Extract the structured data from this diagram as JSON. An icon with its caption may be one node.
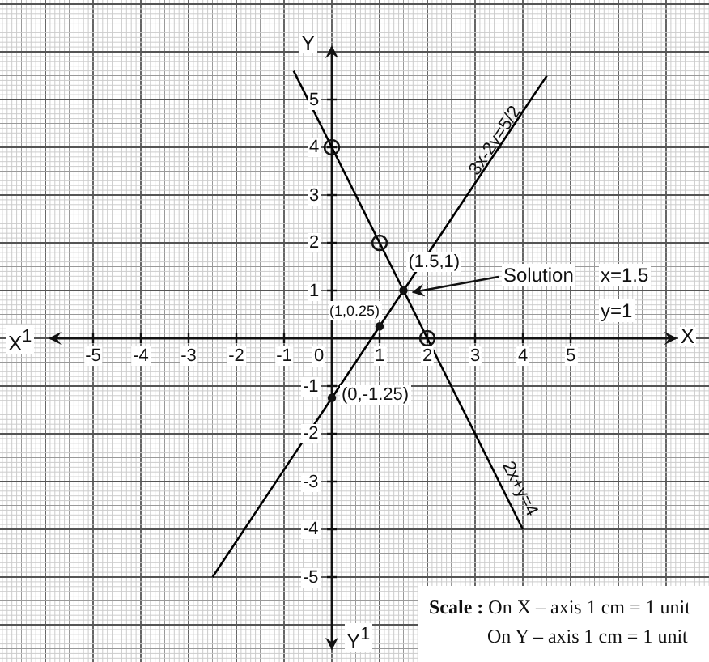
{
  "diagram": {
    "chart_data": {
      "type": "line",
      "xlabel": "X",
      "ylabel": "Y",
      "x": [
        -2.5,
        -0.8,
        0,
        1,
        1.5,
        2,
        4,
        4.5
      ],
      "series": [
        {
          "name": "3x-2y=5/2",
          "color": "#000000",
          "values": [
            -5,
            -2.45,
            -1.25,
            0.25,
            1,
            1.75,
            4.75,
            5.5
          ]
        },
        {
          "name": "2x+y=4",
          "color": "#000000",
          "values": [
            null,
            5.6,
            4,
            2,
            1,
            0,
            -4,
            null
          ]
        }
      ],
      "xlim": [
        -5.9,
        7.2
      ],
      "ylim": [
        -6.5,
        6.1
      ],
      "grid": true,
      "xticks": [
        -5,
        -4,
        -3,
        -2,
        -1,
        1,
        2,
        3,
        4,
        5
      ],
      "yticks": [
        -5,
        -4,
        -3,
        -2,
        -1,
        1,
        2,
        3,
        4,
        5
      ],
      "annotations": [
        {
          "text": "(1.5,1)",
          "x": 1.5,
          "y": 1
        },
        {
          "text": "(1,0.25)",
          "x": 1,
          "y": 0.25
        },
        {
          "text": "(0,-1.25)",
          "x": 0,
          "y": -1.25
        }
      ]
    },
    "labels": [
      "Solution",
      "x=1.5",
      "y=1",
      "X$^{1}$",
      "0",
      "Y$^{1}$",
      "**Scale :** On X – axis 1 cm = 1 unit",
      "On Y – axis 1 cm = 1 unit"
    ]
  }
}
